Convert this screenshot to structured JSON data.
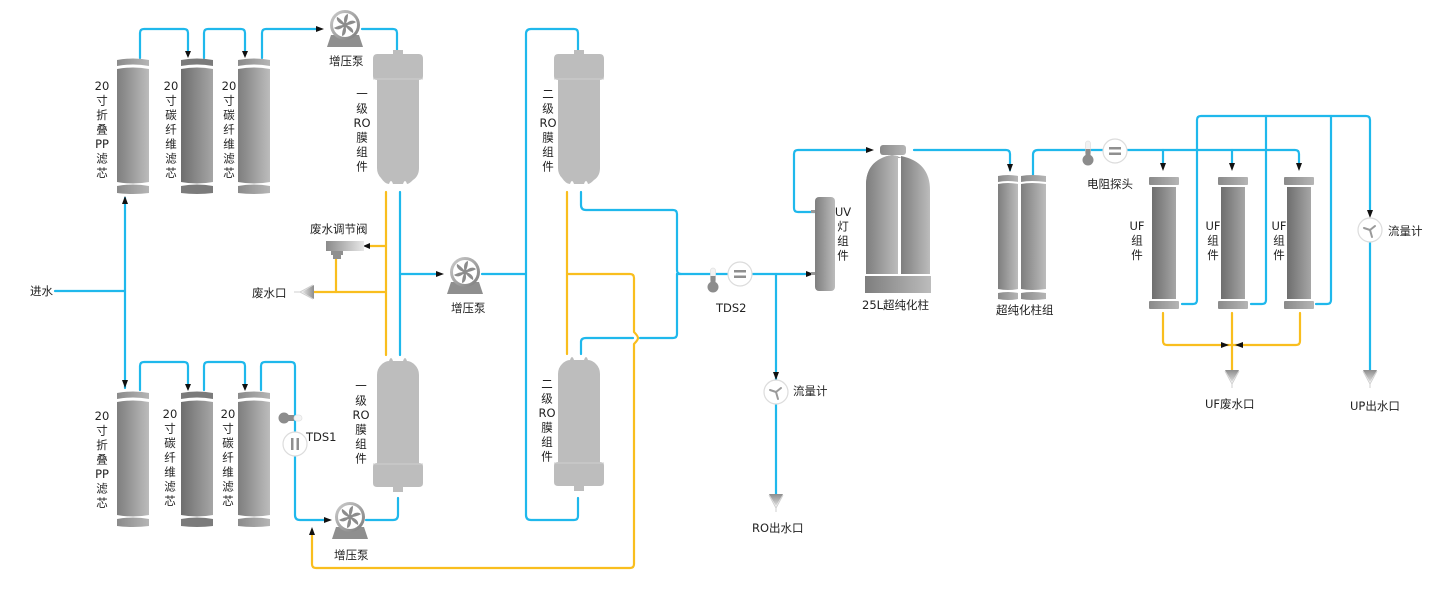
{
  "title": "超纯水系统工艺流程图",
  "colors": {
    "pure_water_pipe": "#1fb8ec",
    "waste_water_pipe": "#f9be1e",
    "equipment": "#9a9a9a",
    "ro_membrane": "#bdbdbd"
  },
  "labels": {
    "inlet": "进水",
    "waste_outlet": "废水口",
    "waste_valve": "废水调节阀",
    "pump": "增压泵",
    "tds1": "TDS1",
    "tds2": "TDS2",
    "flowmeter": "流量计",
    "ro_outlet": "RO出水口",
    "uf_waste_outlet": "UF废水口",
    "up_outlet": "UP出水口",
    "resistivity_probe": "电阻探头",
    "ultrapure_column_25l": "25L超纯化柱",
    "ultrapure_column_group": "超纯化柱组"
  },
  "vertical_labels": {
    "pp_filter": [
      "20",
      "寸",
      "折",
      "叠",
      "PP",
      "滤",
      "芯"
    ],
    "carbon_filter": [
      "20",
      "寸",
      "碳",
      "纤",
      "维",
      "滤",
      "芯"
    ],
    "ro1": [
      "一",
      "级",
      "RO",
      "膜",
      "组",
      "件"
    ],
    "ro2": [
      "二",
      "级",
      "RO",
      "膜",
      "组",
      "件"
    ],
    "uv": [
      "UV",
      "灯",
      "组",
      "件"
    ],
    "uf": [
      "UF",
      "组",
      "件"
    ]
  },
  "icons": {
    "pump": "pump-icon",
    "valve": "valve-icon",
    "tds_sensor": "thermometer-icon",
    "tds_meter": "tds-meter-icon",
    "flowmeter": "flowmeter-icon",
    "outlet": "outlet-funnel-icon"
  }
}
